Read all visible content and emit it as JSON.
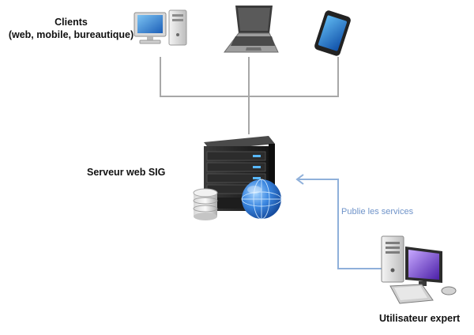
{
  "clients": {
    "title": "Clients",
    "subtitle": "(web, mobile, bureautique)",
    "devices": [
      {
        "name": "desktop-computer-icon"
      },
      {
        "name": "laptop-icon"
      },
      {
        "name": "smartphone-icon"
      }
    ]
  },
  "server": {
    "label": "Serveur web SIG"
  },
  "expert": {
    "label": "Utilisateur expert"
  },
  "connection": {
    "label": "Publie les services",
    "color": "#8fb0da"
  },
  "colors": {
    "connector": "#a8a8a8",
    "server_body": "#262626",
    "globe": "#2f6fc4",
    "workstation_accent": "#6a3cc4"
  }
}
